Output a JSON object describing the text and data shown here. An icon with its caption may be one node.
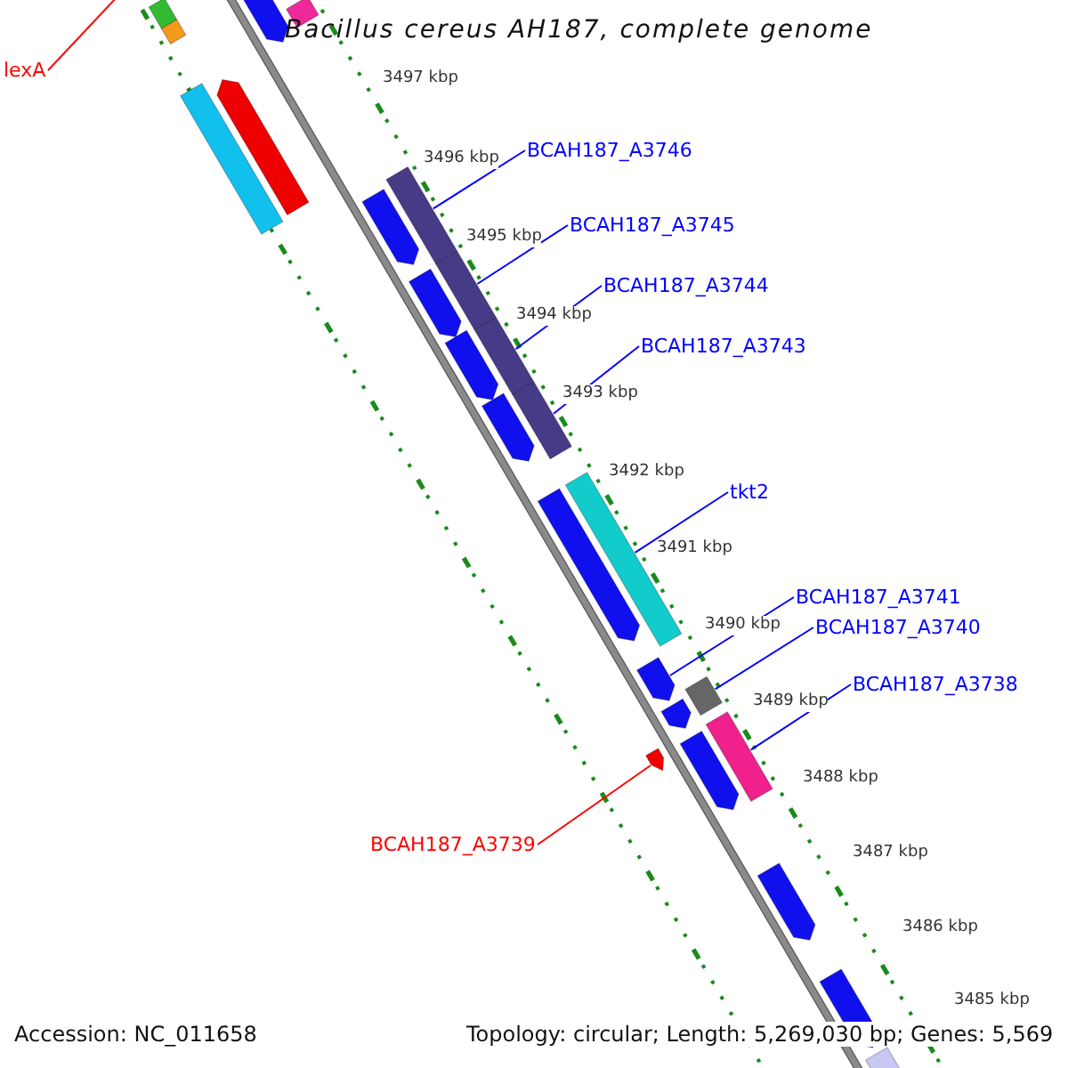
{
  "diagram": {
    "title": "Bacillus cereus AH187, complete genome",
    "nodes": [
      {
        "text": [
          "lexA"
        ]
      },
      {
        "text": [
          "BCAH187_A3746"
        ]
      },
      {
        "text": [
          "BCAH187_A3745"
        ]
      },
      {
        "text": [
          "BCAH187_A3744"
        ]
      },
      {
        "text": [
          "BCAH187_A3743"
        ]
      },
      {
        "text": [
          "tkt2"
        ]
      },
      {
        "text": [
          "BCAH187_A3741"
        ]
      },
      {
        "text": [
          "BCAH187_A3740"
        ]
      },
      {
        "text": [
          "BCAH187_A3738"
        ]
      },
      {
        "text": [
          "BCAH187_A3739"
        ]
      },
      {
        "text": [],
        "shape": "pentagon"
      },
      {
        "text": [],
        "shape": "bar"
      },
      {
        "text": [],
        "shape": "pentagon"
      },
      {
        "text": [],
        "shape": "bar"
      },
      {
        "text": [],
        "shape": "bar"
      },
      {
        "text": [],
        "shape": "bar"
      },
      {
        "text": [],
        "shape": "bar"
      },
      {
        "text": [],
        "shape": "pentagon"
      },
      {
        "text": [],
        "shape": "bar"
      },
      {
        "text": [],
        "shape": "pentagon"
      },
      {
        "text": [],
        "shape": "bar"
      },
      {
        "text": [],
        "shape": "pentagon"
      },
      {
        "text": [],
        "shape": "bar"
      },
      {
        "text": [],
        "shape": "pentagon"
      },
      {
        "text": [],
        "shape": "bar"
      },
      {
        "text": [],
        "shape": "pentagon"
      },
      {
        "text": [],
        "shape": "pentagon"
      },
      {
        "text": [],
        "shape": "bar"
      },
      {
        "text": [],
        "shape": "pentagon"
      },
      {
        "text": [],
        "shape": "bar"
      },
      {
        "text": [],
        "shape": "pentagon"
      },
      {
        "text": [],
        "shape": "pentagon"
      },
      {
        "text": [],
        "shape": "pentagon"
      },
      {
        "text": [],
        "shape": "pentagon"
      },
      {
        "text": [],
        "shape": "bar"
      }
    ],
    "edges": [
      {
        "from": 0,
        "to": null,
        "arrow": "none",
        "color": "#ff0000"
      },
      {
        "from": 1,
        "to": 16,
        "arrow": "none"
      },
      {
        "from": 2,
        "to": 18,
        "arrow": "none"
      },
      {
        "from": 3,
        "to": 20,
        "arrow": "none"
      },
      {
        "from": 4,
        "to": 22,
        "arrow": "none"
      },
      {
        "from": 5,
        "to": 24,
        "arrow": "none"
      },
      {
        "from": 6,
        "to": 26,
        "arrow": "none"
      },
      {
        "from": 7,
        "to": 27,
        "arrow": "none"
      },
      {
        "from": 8,
        "to": 29,
        "arrow": "none"
      },
      {
        "from": 9,
        "to": 30,
        "arrow": "none",
        "color": "#ff0000"
      }
    ],
    "labels": [
      "3497 kbp",
      "3496 kbp",
      "3495 kbp",
      "3494 kbp",
      "3493 kbp",
      "3492 kbp",
      "3491 kbp",
      "3490 kbp",
      "3489 kbp",
      "3488 kbp",
      "3487 kbp",
      "3486 kbp",
      "3485 kbp",
      "Accession: NC_011658",
      "Topology: circular; Length: 5,269,030 bp; Genes: 5,569"
    ]
  }
}
